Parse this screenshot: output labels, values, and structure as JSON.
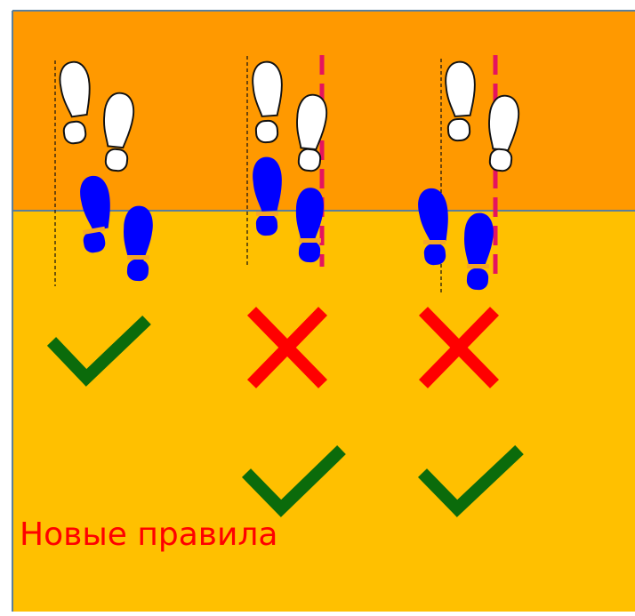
{
  "caption": "Новые правила",
  "colors": {
    "upper_zone": "#ff9900",
    "lower_zone": "#ffc000",
    "zone_divider": "#5b7f9c",
    "frame": "#5b7f9c",
    "back_foot_fill": "#ffffff",
    "back_foot_outline": "#111111",
    "front_foot_fill": "#0000ff",
    "heel_band": "#f5a623",
    "guide_line": "#111111",
    "limit_line": "#e5135f",
    "allowed_mark": "#0b6b0b",
    "forbidden_mark": "#ff0000",
    "caption_text": "#ff0000"
  },
  "scenarios": [
    {
      "id": "heels-behind-line",
      "current_rules": "allowed",
      "new_rules": null,
      "icon_current": "check-icon",
      "icon_new": null
    },
    {
      "id": "back-foot-beyond-limit",
      "current_rules": "forbidden",
      "new_rules": "allowed",
      "icon_current": "cross-icon",
      "icon_new": "check-icon"
    },
    {
      "id": "front-foot-crossing-limit",
      "current_rules": "forbidden",
      "new_rules": "allowed",
      "icon_current": "cross-icon",
      "icon_new": "check-icon"
    }
  ]
}
